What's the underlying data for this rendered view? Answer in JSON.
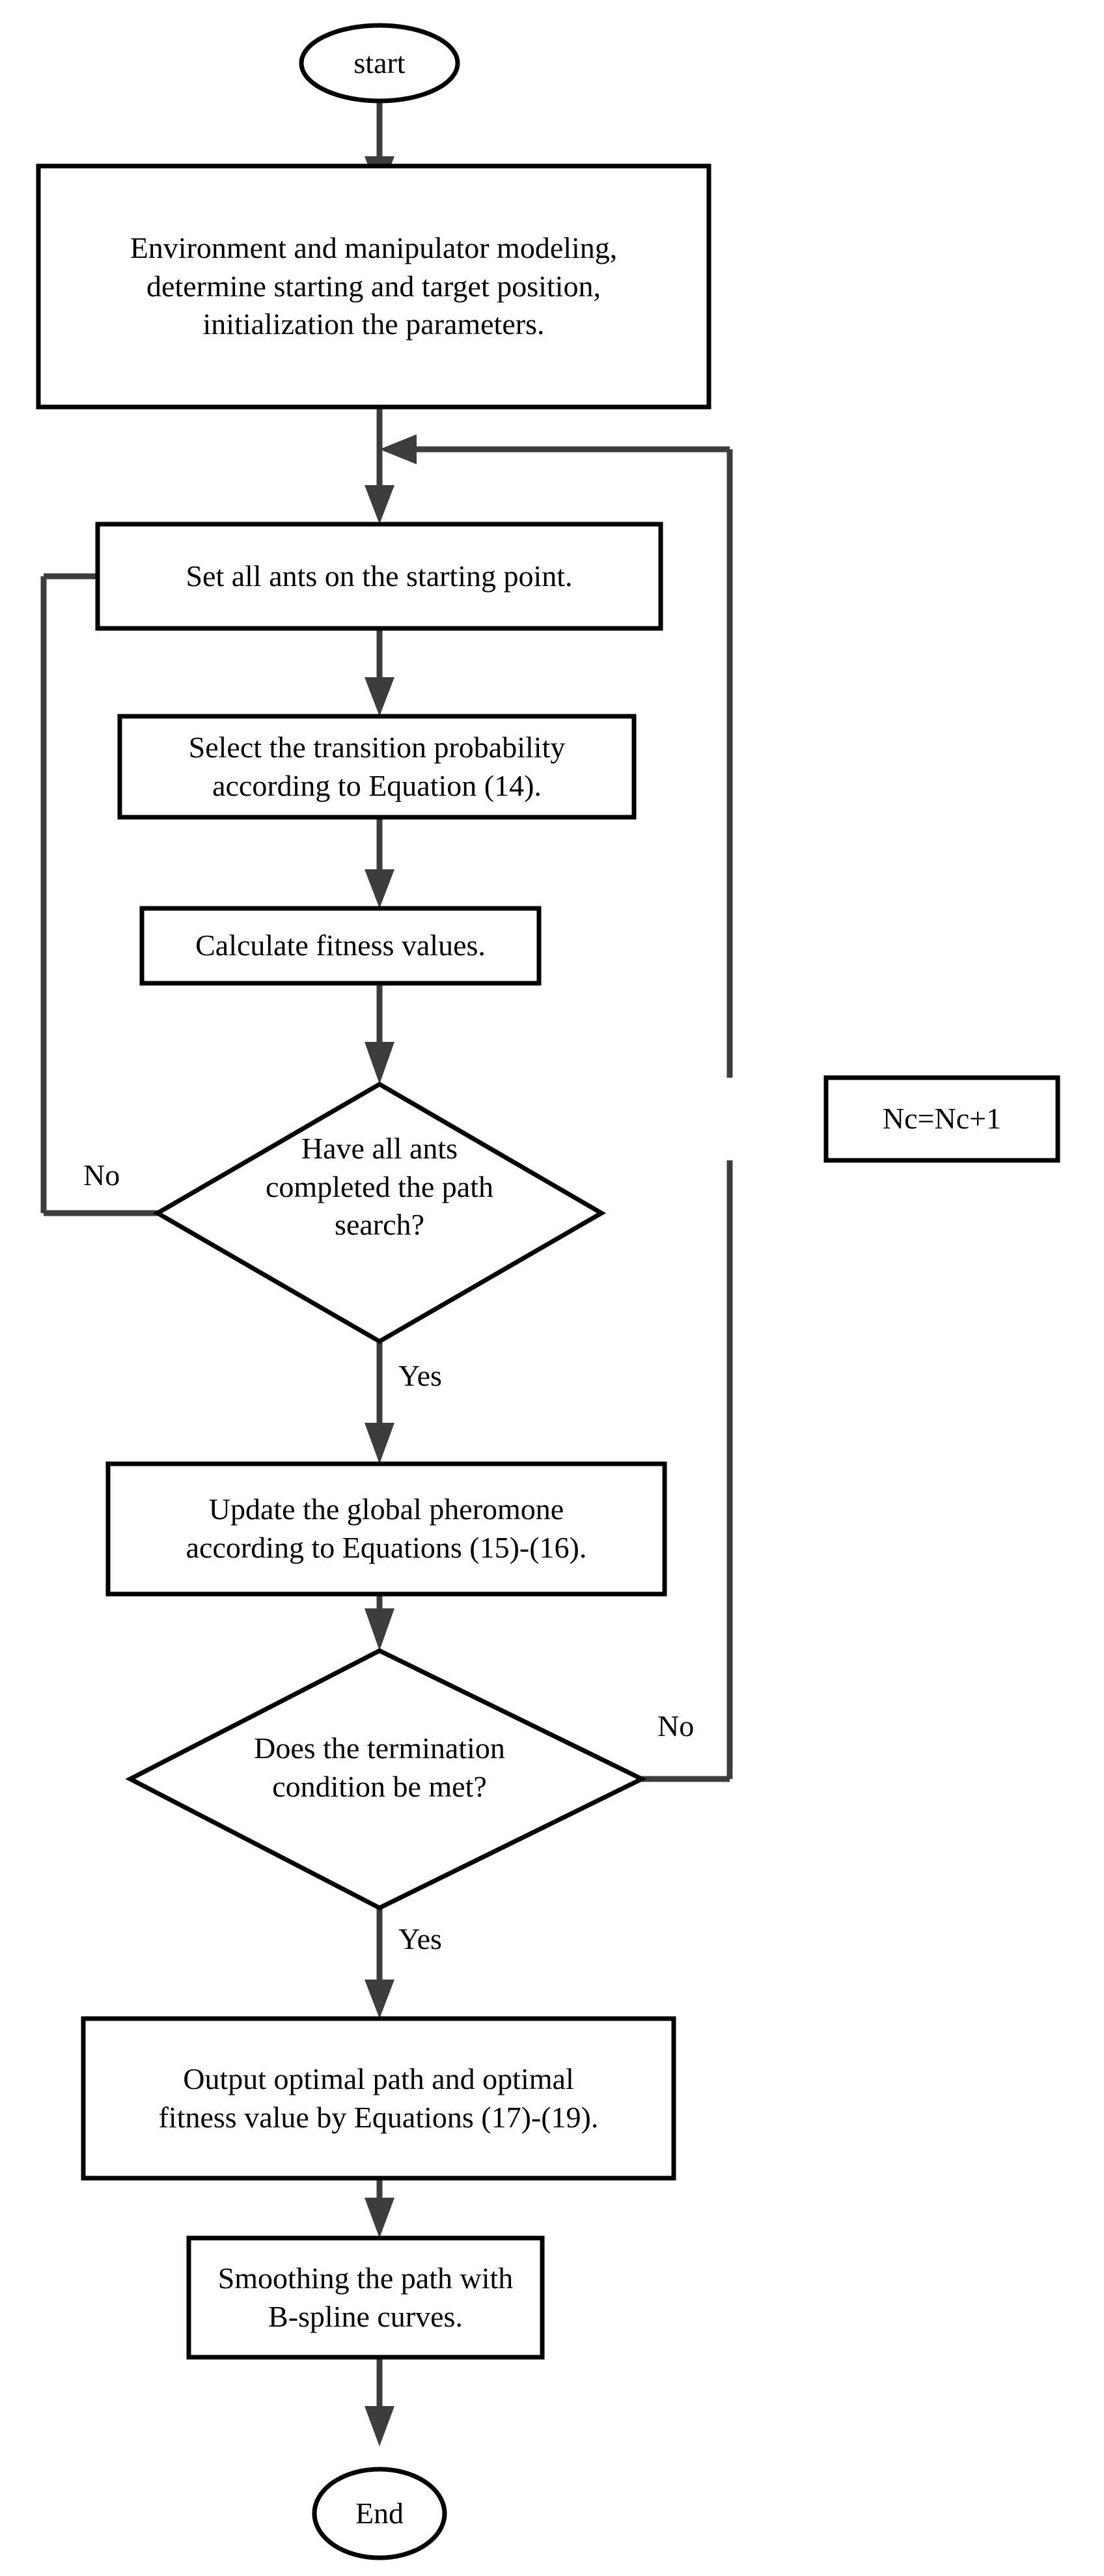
{
  "diagram": {
    "title": "Ant colony optimization path planning flowchart",
    "background_color": "#ffffff",
    "shape_stroke_color": "#000000",
    "connector_color": "#3d3d3d",
    "text_color": "#000000"
  },
  "nodes": {
    "start": {
      "label": "start",
      "shape": "ellipse"
    },
    "init": {
      "label": "Environment and manipulator modeling,\ndetermine starting and target position,\ninitialization the parameters.",
      "shape": "rectangle"
    },
    "set_ants": {
      "label": "Set all ants on the starting point.",
      "shape": "rectangle"
    },
    "select_prob": {
      "label": "Select the transition probability\naccording to Equation (14).",
      "shape": "rectangle"
    },
    "calc_fitness": {
      "label": "Calculate fitness values.",
      "shape": "rectangle"
    },
    "ants_done": {
      "label": "Have all ants\ncompleted the path\nsearch?",
      "shape": "diamond"
    },
    "nc_increment": {
      "label": "Nc=Nc+1",
      "shape": "rectangle"
    },
    "update_pheromone": {
      "label": "Update the global pheromone\naccording to Equations (15)-(16).",
      "shape": "rectangle"
    },
    "termination": {
      "label": "Does the termination\ncondition be met?",
      "shape": "diamond"
    },
    "output": {
      "label": "Output optimal path and optimal\nfitness value by Equations (17)-(19).",
      "shape": "rectangle"
    },
    "smoothing": {
      "label": "Smoothing the path with\nB-spline curves.",
      "shape": "rectangle"
    },
    "end": {
      "label": "End",
      "shape": "ellipse"
    }
  },
  "edge_labels": {
    "ants_done_no": "No",
    "ants_done_yes": "Yes",
    "termination_no": "No",
    "termination_yes": "Yes"
  }
}
